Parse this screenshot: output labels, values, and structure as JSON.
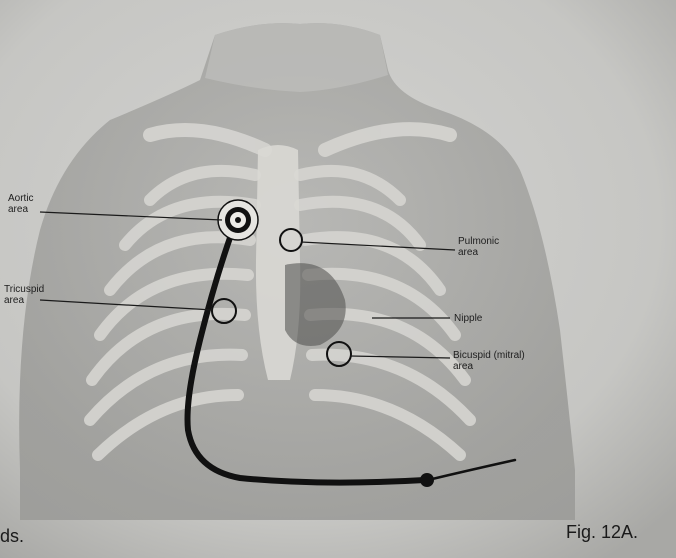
{
  "labels": {
    "aortic": {
      "line1": "Aortic",
      "line2": "area"
    },
    "tricuspid": {
      "line1": "Tricuspid",
      "line2": "area"
    },
    "pulmonic": {
      "line1": "Pulmonic",
      "line2": "area"
    },
    "nipple": {
      "line1": "Nipple"
    },
    "bicuspid": {
      "line1": "Bicuspid (mitral)",
      "line2": "area"
    }
  },
  "caption": {
    "figure": "Fig. 12A.",
    "fragment": "ds."
  },
  "colors": {
    "page": "#c9c9c7",
    "torso": "#a9a9a6",
    "ribs": "#d4d3cf",
    "ink": "#1a1a1a"
  }
}
